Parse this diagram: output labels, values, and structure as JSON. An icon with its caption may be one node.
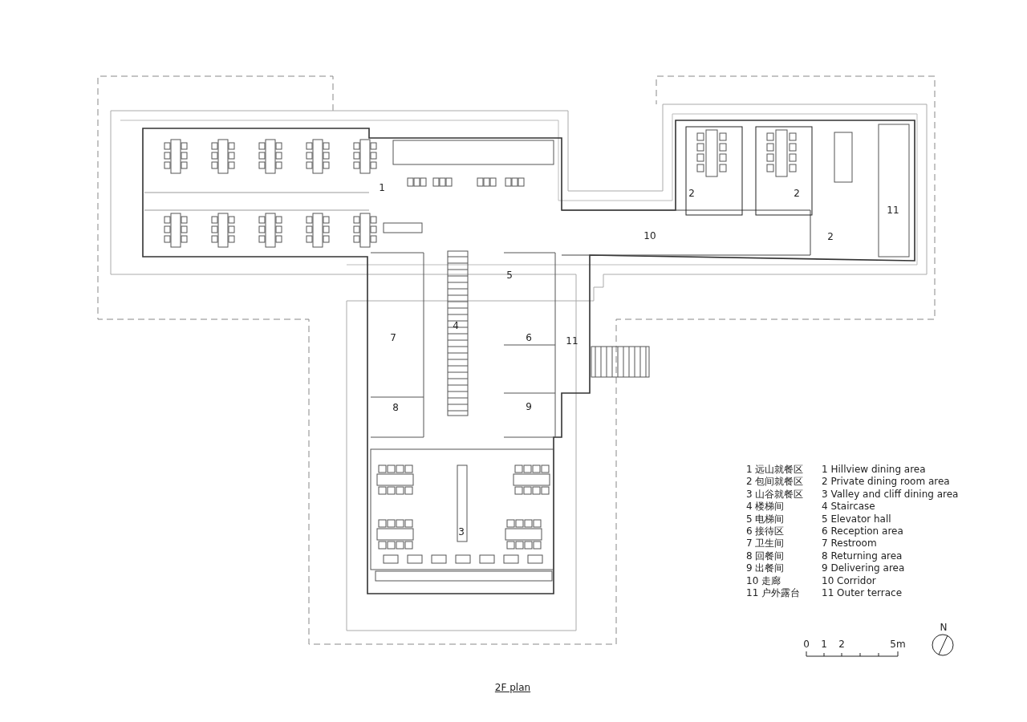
{
  "diagram": {
    "caption": "2F plan",
    "labels": [
      "1",
      "2",
      "2",
      "11",
      "10",
      "2",
      "5",
      "4",
      "7",
      "6",
      "11",
      "8",
      "9",
      "3",
      "1 远山就餐区",
      "1 Hillview dining area",
      "2 包间就餐区",
      "2 Private dining room area",
      "3 山谷就餐区",
      "3 Valley and cliff dining area",
      "4 楼梯间",
      "4 Staircase",
      "5 电梯间",
      "5 Elevator hall",
      "6 接待区",
      "6 Reception area",
      "7 卫生间",
      "7 Restroom",
      "8 回餐间",
      "8 Returning area",
      "9 出餐间",
      "9 Delivering area",
      "10 走廊",
      "10 Corridor",
      "11 户外露台",
      "11 Outer terrace",
      "0",
      "1",
      "2",
      "5m",
      "N"
    ]
  }
}
